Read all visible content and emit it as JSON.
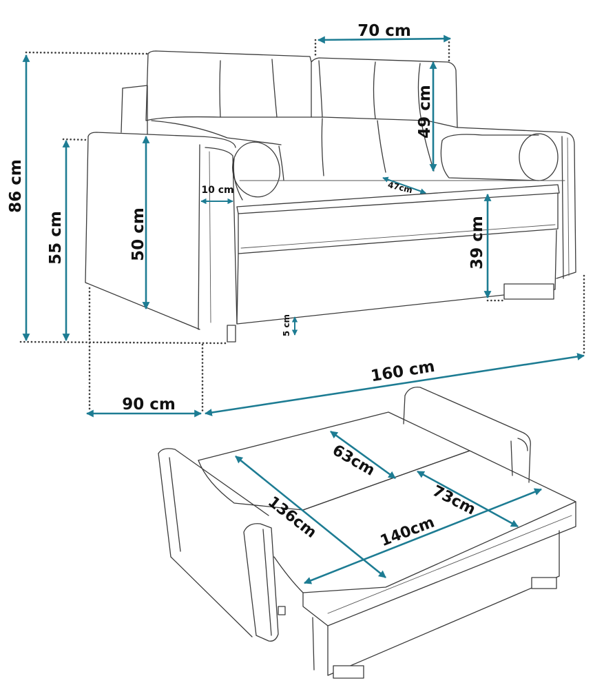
{
  "dimensions": {
    "seat_width": "70 cm",
    "total_height": "86 cm",
    "armrest_height": "55 cm",
    "seat_height": "50 cm",
    "backrest_height": "49 cm",
    "arm_width": "10 cm",
    "seat_depth": "47cm",
    "front_height": "39 cm",
    "leg_height": "5 cm",
    "total_width": "160 cm",
    "total_depth": "90 cm",
    "bed_depth_back": "63cm",
    "bed_length": "136cm",
    "bed_depth_front": "73cm",
    "bed_width": "140cm"
  },
  "colors": {
    "arrow": "#1d7c93",
    "outline": "#3a3a3a",
    "text": "#111111"
  }
}
